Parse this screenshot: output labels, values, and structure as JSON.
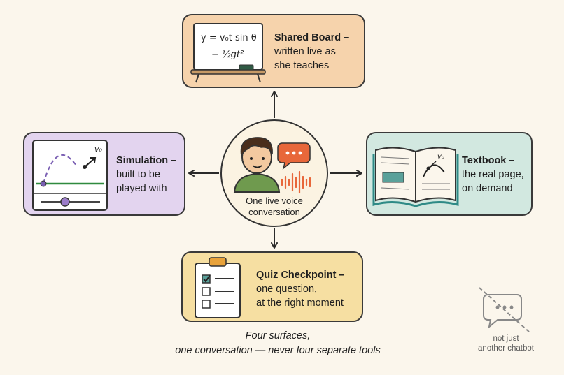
{
  "hub": {
    "label_line1": "One live voice",
    "label_line2": "conversation"
  },
  "board": {
    "title": "Shared Board –",
    "line2": "written live as",
    "line3": "she teaches",
    "formula_line1": "y = v₀t sin θ",
    "formula_line2": "− ½gt²"
  },
  "simulation": {
    "title": "Simulation –",
    "line2": "built to be",
    "line3": "played with",
    "vector_label": "v₀"
  },
  "textbook": {
    "title": "Textbook –",
    "line2": "the real page,",
    "line3": "on demand",
    "vector_label": "v₀"
  },
  "quiz": {
    "title": "Quiz Checkpoint –",
    "line2": "one question,",
    "line3": "at the right moment"
  },
  "caption": {
    "line1": "Four surfaces,",
    "line2": "one conversation — never four separate tools"
  },
  "not_chatbot": {
    "line1": "not just",
    "line2": "another chatbot"
  },
  "colors": {
    "background": "#fbf6ec",
    "board": "#f6d3ac",
    "simulation": "#e3d4ef",
    "textbook": "#d2e8e0",
    "quiz": "#f6dfa2",
    "accent_orange": "#e8673a",
    "slider_purple": "#9b7cc9",
    "teal": "#2e8a86"
  }
}
